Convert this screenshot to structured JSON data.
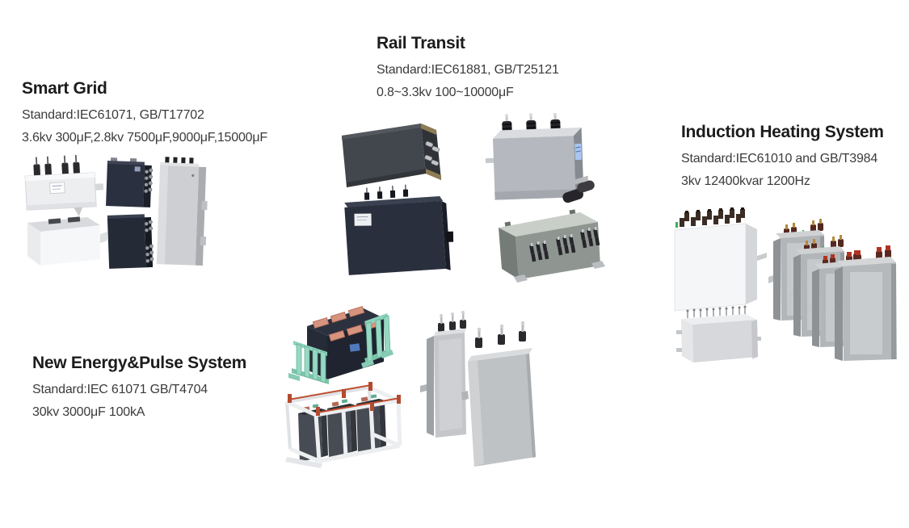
{
  "page": {
    "background_color": "#ffffff",
    "title_color": "#1c1c1c",
    "body_color": "#3b3b3b"
  },
  "sections": [
    {
      "id": "smart-grid",
      "title": "Smart Grid",
      "standard": "Standard:IEC61071, GB/T17702",
      "specs": "3.6kv 300μF,2.8kv 7500μF,9000μF,15000μF",
      "image": "smart-grid-capacitor-collage"
    },
    {
      "id": "rail-transit",
      "title": "Rail Transit",
      "standard": "Standard:IEC61881, GB/T25121",
      "specs": "0.8~3.3kv 100~10000μF",
      "image": "rail-transit-capacitor-collage"
    },
    {
      "id": "induction-heating",
      "title": "Induction Heating System",
      "standard": "Standard:IEC61010 and GB/T3984",
      "specs": "3kv 12400kvar 1200Hz",
      "image": "induction-heating-capacitor-collage"
    },
    {
      "id": "new-energy-pulse",
      "title": "New Energy&Pulse System",
      "standard": "Standard:IEC 61071 GB/T4704",
      "specs": "30kv 3000μF 100kA",
      "image": "new-energy-pulse-capacitor-collage"
    }
  ]
}
